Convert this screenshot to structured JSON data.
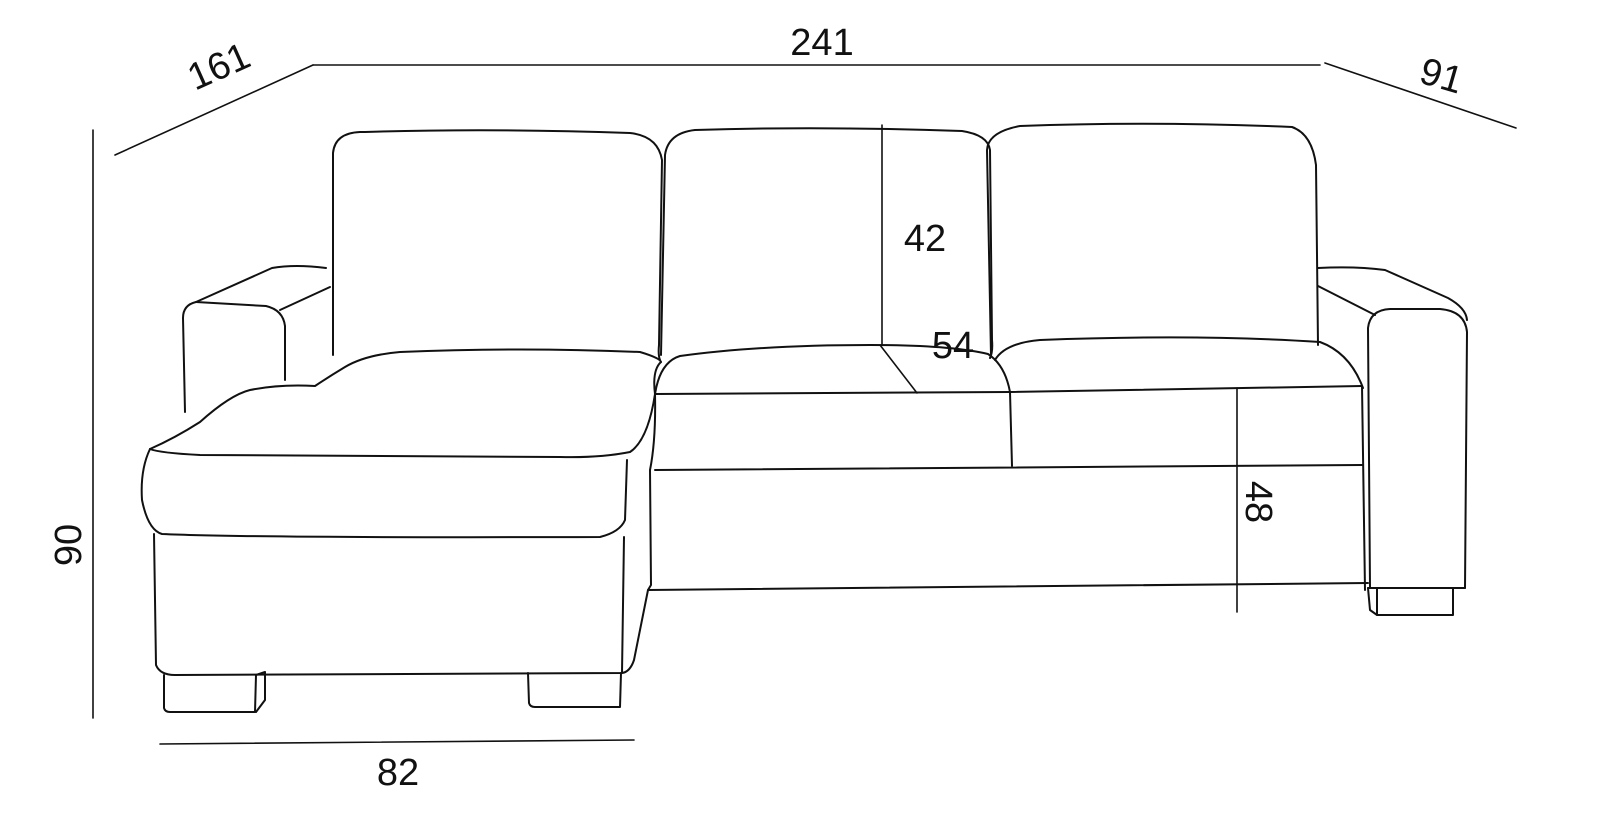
{
  "product": "corner sofa",
  "dimensions": {
    "total_width": "241",
    "chaise_depth": "161",
    "sofa_depth": "91",
    "height": "90",
    "backrest_height": "42",
    "seat_depth": "54",
    "seat_height": "48",
    "chaise_width": "82"
  },
  "colors": {
    "line": "#111111",
    "background": "#ffffff"
  }
}
